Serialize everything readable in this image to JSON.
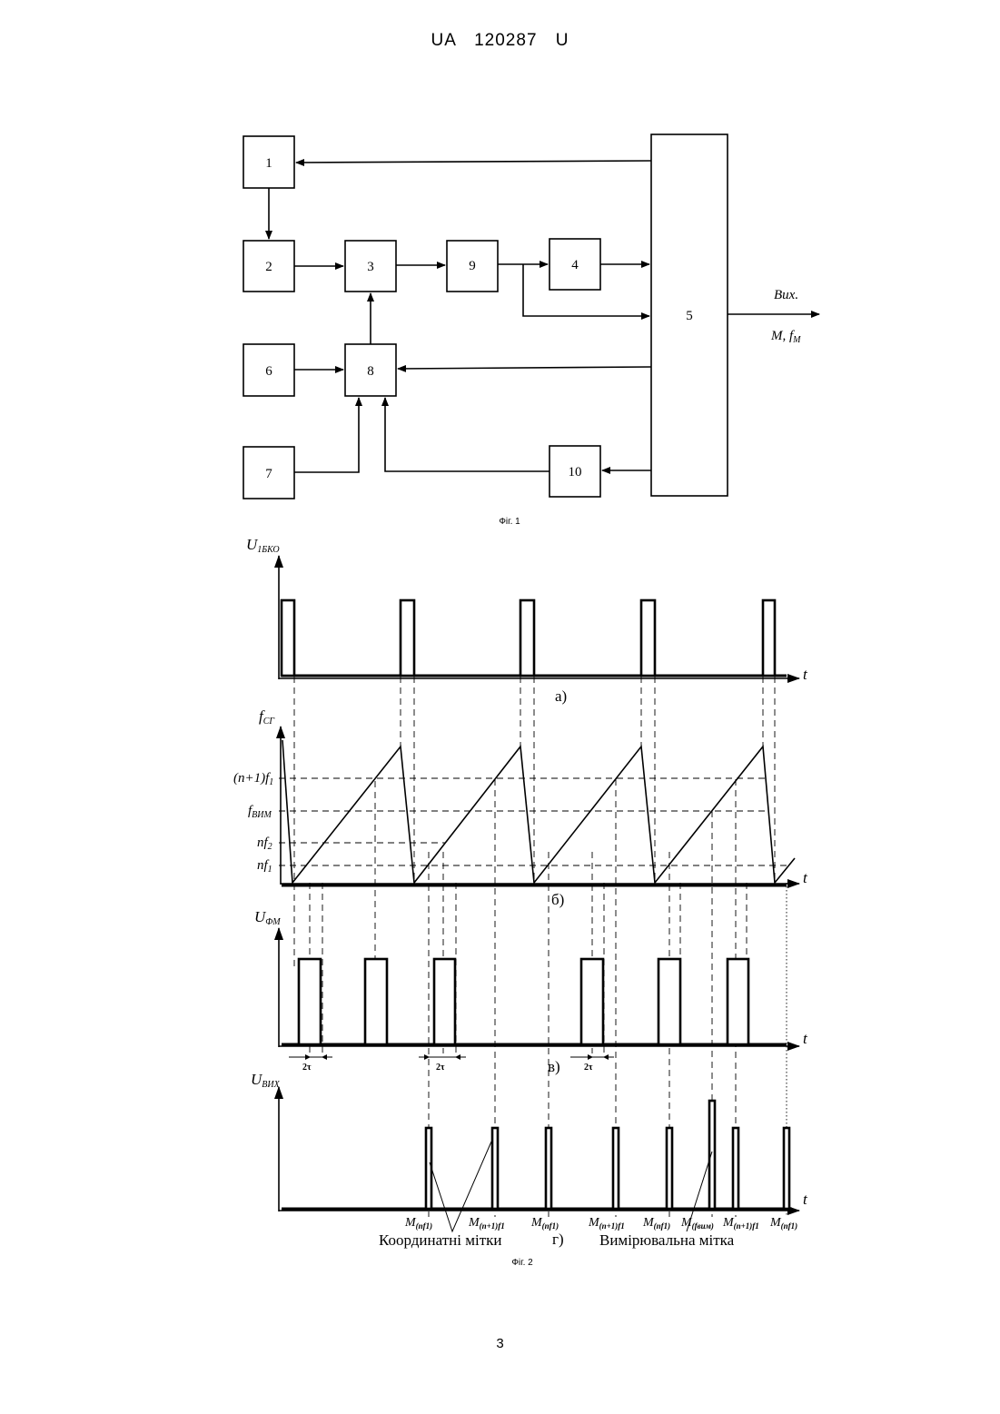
{
  "header": {
    "doc_id": "UA   120287   U"
  },
  "fig1": {
    "blocks": [
      "1",
      "2",
      "3",
      "4",
      "5",
      "6",
      "7",
      "8",
      "9",
      "10"
    ],
    "output_label": "Вих.",
    "output_m": "M, f",
    "output_m_sub": "M",
    "caption": "Фіг. 1"
  },
  "fig2": {
    "caption": "Фіг. 2",
    "t": "t",
    "panel_a": {
      "axis_main": "U",
      "axis_sub": "1БКО",
      "label": "а)"
    },
    "panel_b": {
      "axis_main": "f",
      "axis_sub": "СГ",
      "label": "б)",
      "levels": [
        {
          "main": "(n+1)f",
          "sub": "1"
        },
        {
          "main": "f",
          "sub": "ВИМ"
        },
        {
          "main": "nf",
          "sub": "2"
        },
        {
          "main": "nf",
          "sub": "1"
        }
      ]
    },
    "panel_v": {
      "axis_main": "U",
      "axis_sub": "ФМ",
      "label": "в)",
      "tau": "2τ"
    },
    "panel_g": {
      "axis_main": "U",
      "axis_sub": "ВИХ",
      "label": "г)",
      "markers": [
        {
          "m": "M",
          "sub": "(nf1)"
        },
        {
          "m": "M",
          "sub": "(n+1)f1"
        },
        {
          "m": "M",
          "sub": "(nf1)"
        },
        {
          "m": "M",
          "sub": "(n+1)f1"
        },
        {
          "m": "M",
          "sub": "(nf1)"
        },
        {
          "m": "M",
          "sub": "(fвим)"
        },
        {
          "m": "M",
          "sub": "(n+1)f1"
        },
        {
          "m": "M",
          "sub": "(nf1)"
        }
      ],
      "coord_label": "Координатні мітки",
      "meas_label": "Вимірювальна мітка"
    }
  },
  "page_number": "3"
}
